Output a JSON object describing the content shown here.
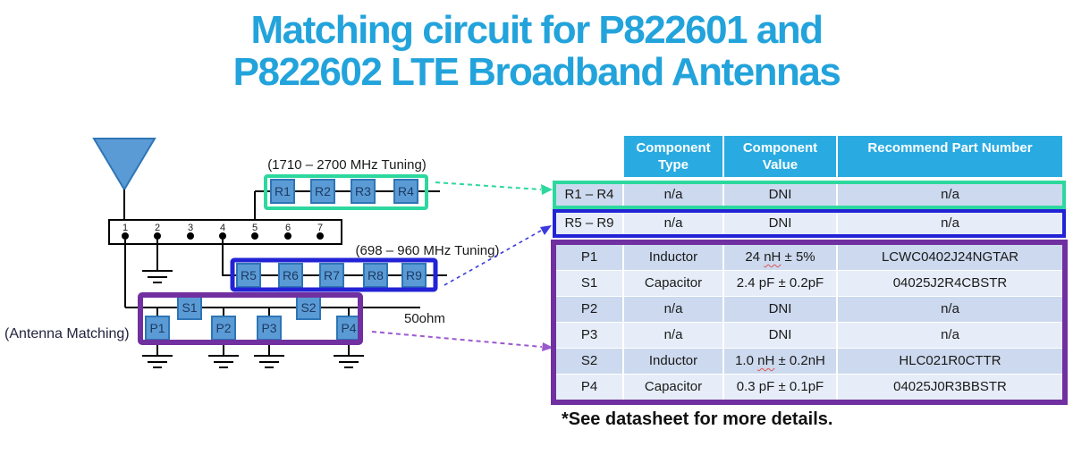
{
  "title": {
    "line1": "Matching circuit for P822601 and",
    "line2": "P822602 LTE Broadband Antennas"
  },
  "colors": {
    "title_blue": "#22a3db",
    "table_header_cyan": "#29abe2",
    "high_band_green": "#2dd89e",
    "low_band_blue": "#2323d6",
    "matching_purple": "#7030a0",
    "component_fill": "#5b9bd5",
    "component_border": "#2e75b6",
    "row_dark": "#ccd9ee",
    "row_light": "#e6edf8"
  },
  "circuit": {
    "tuning_high_label": "(1710 – 2700 MHz Tuning)",
    "tuning_low_label": "(698 – 960 MHz Tuning)",
    "antenna_matching_label": "(Antenna Matching)",
    "impedance_label": "50ohm",
    "pins": [
      "1",
      "2",
      "3",
      "4",
      "5",
      "6",
      "7"
    ],
    "high_band_components": [
      "R1",
      "R2",
      "R3",
      "R4"
    ],
    "low_band_components": [
      "R5",
      "R6",
      "R7",
      "R8",
      "R9"
    ],
    "series_components": [
      "S1",
      "S2"
    ],
    "shunt_components": [
      "P1",
      "P2",
      "P3",
      "P4"
    ]
  },
  "table": {
    "headers": [
      "Component Type",
      "Component Value",
      "Recommend Part Number"
    ],
    "groups": [
      {
        "name": "high-band",
        "style": "green",
        "rows": [
          {
            "label": "R1 – R4",
            "type": "n/a",
            "value": "DNI",
            "part": "n/a"
          }
        ]
      },
      {
        "name": "low-band",
        "style": "blue",
        "rows": [
          {
            "label": "R5 – R9",
            "type": "n/a",
            "value": "DNI",
            "part": "n/a"
          }
        ]
      },
      {
        "name": "antenna-matching",
        "style": "purple",
        "rows": [
          {
            "label": "P1",
            "type": "Inductor",
            "value": "24 nH ± 5%",
            "part": "LCWC0402J24NGTAR",
            "squiggle": "nH"
          },
          {
            "label": "S1",
            "type": "Capacitor",
            "value": "2.4 pF ± 0.2pF",
            "part": "04025J2R4CBSTR"
          },
          {
            "label": "P2",
            "type": "n/a",
            "value": "DNI",
            "part": "n/a"
          },
          {
            "label": "P3",
            "type": "n/a",
            "value": "DNI",
            "part": "n/a"
          },
          {
            "label": "S2",
            "type": "Inductor",
            "value": "1.0 nH ± 0.2nH",
            "part": "HLC021R0CTTR",
            "squiggle": "nH"
          },
          {
            "label": "P4",
            "type": "Capacitor",
            "value": "0.3 pF ± 0.1pF",
            "part": "04025J0R3BBSTR"
          }
        ]
      }
    ]
  },
  "footnote": "*See datasheet for more details."
}
